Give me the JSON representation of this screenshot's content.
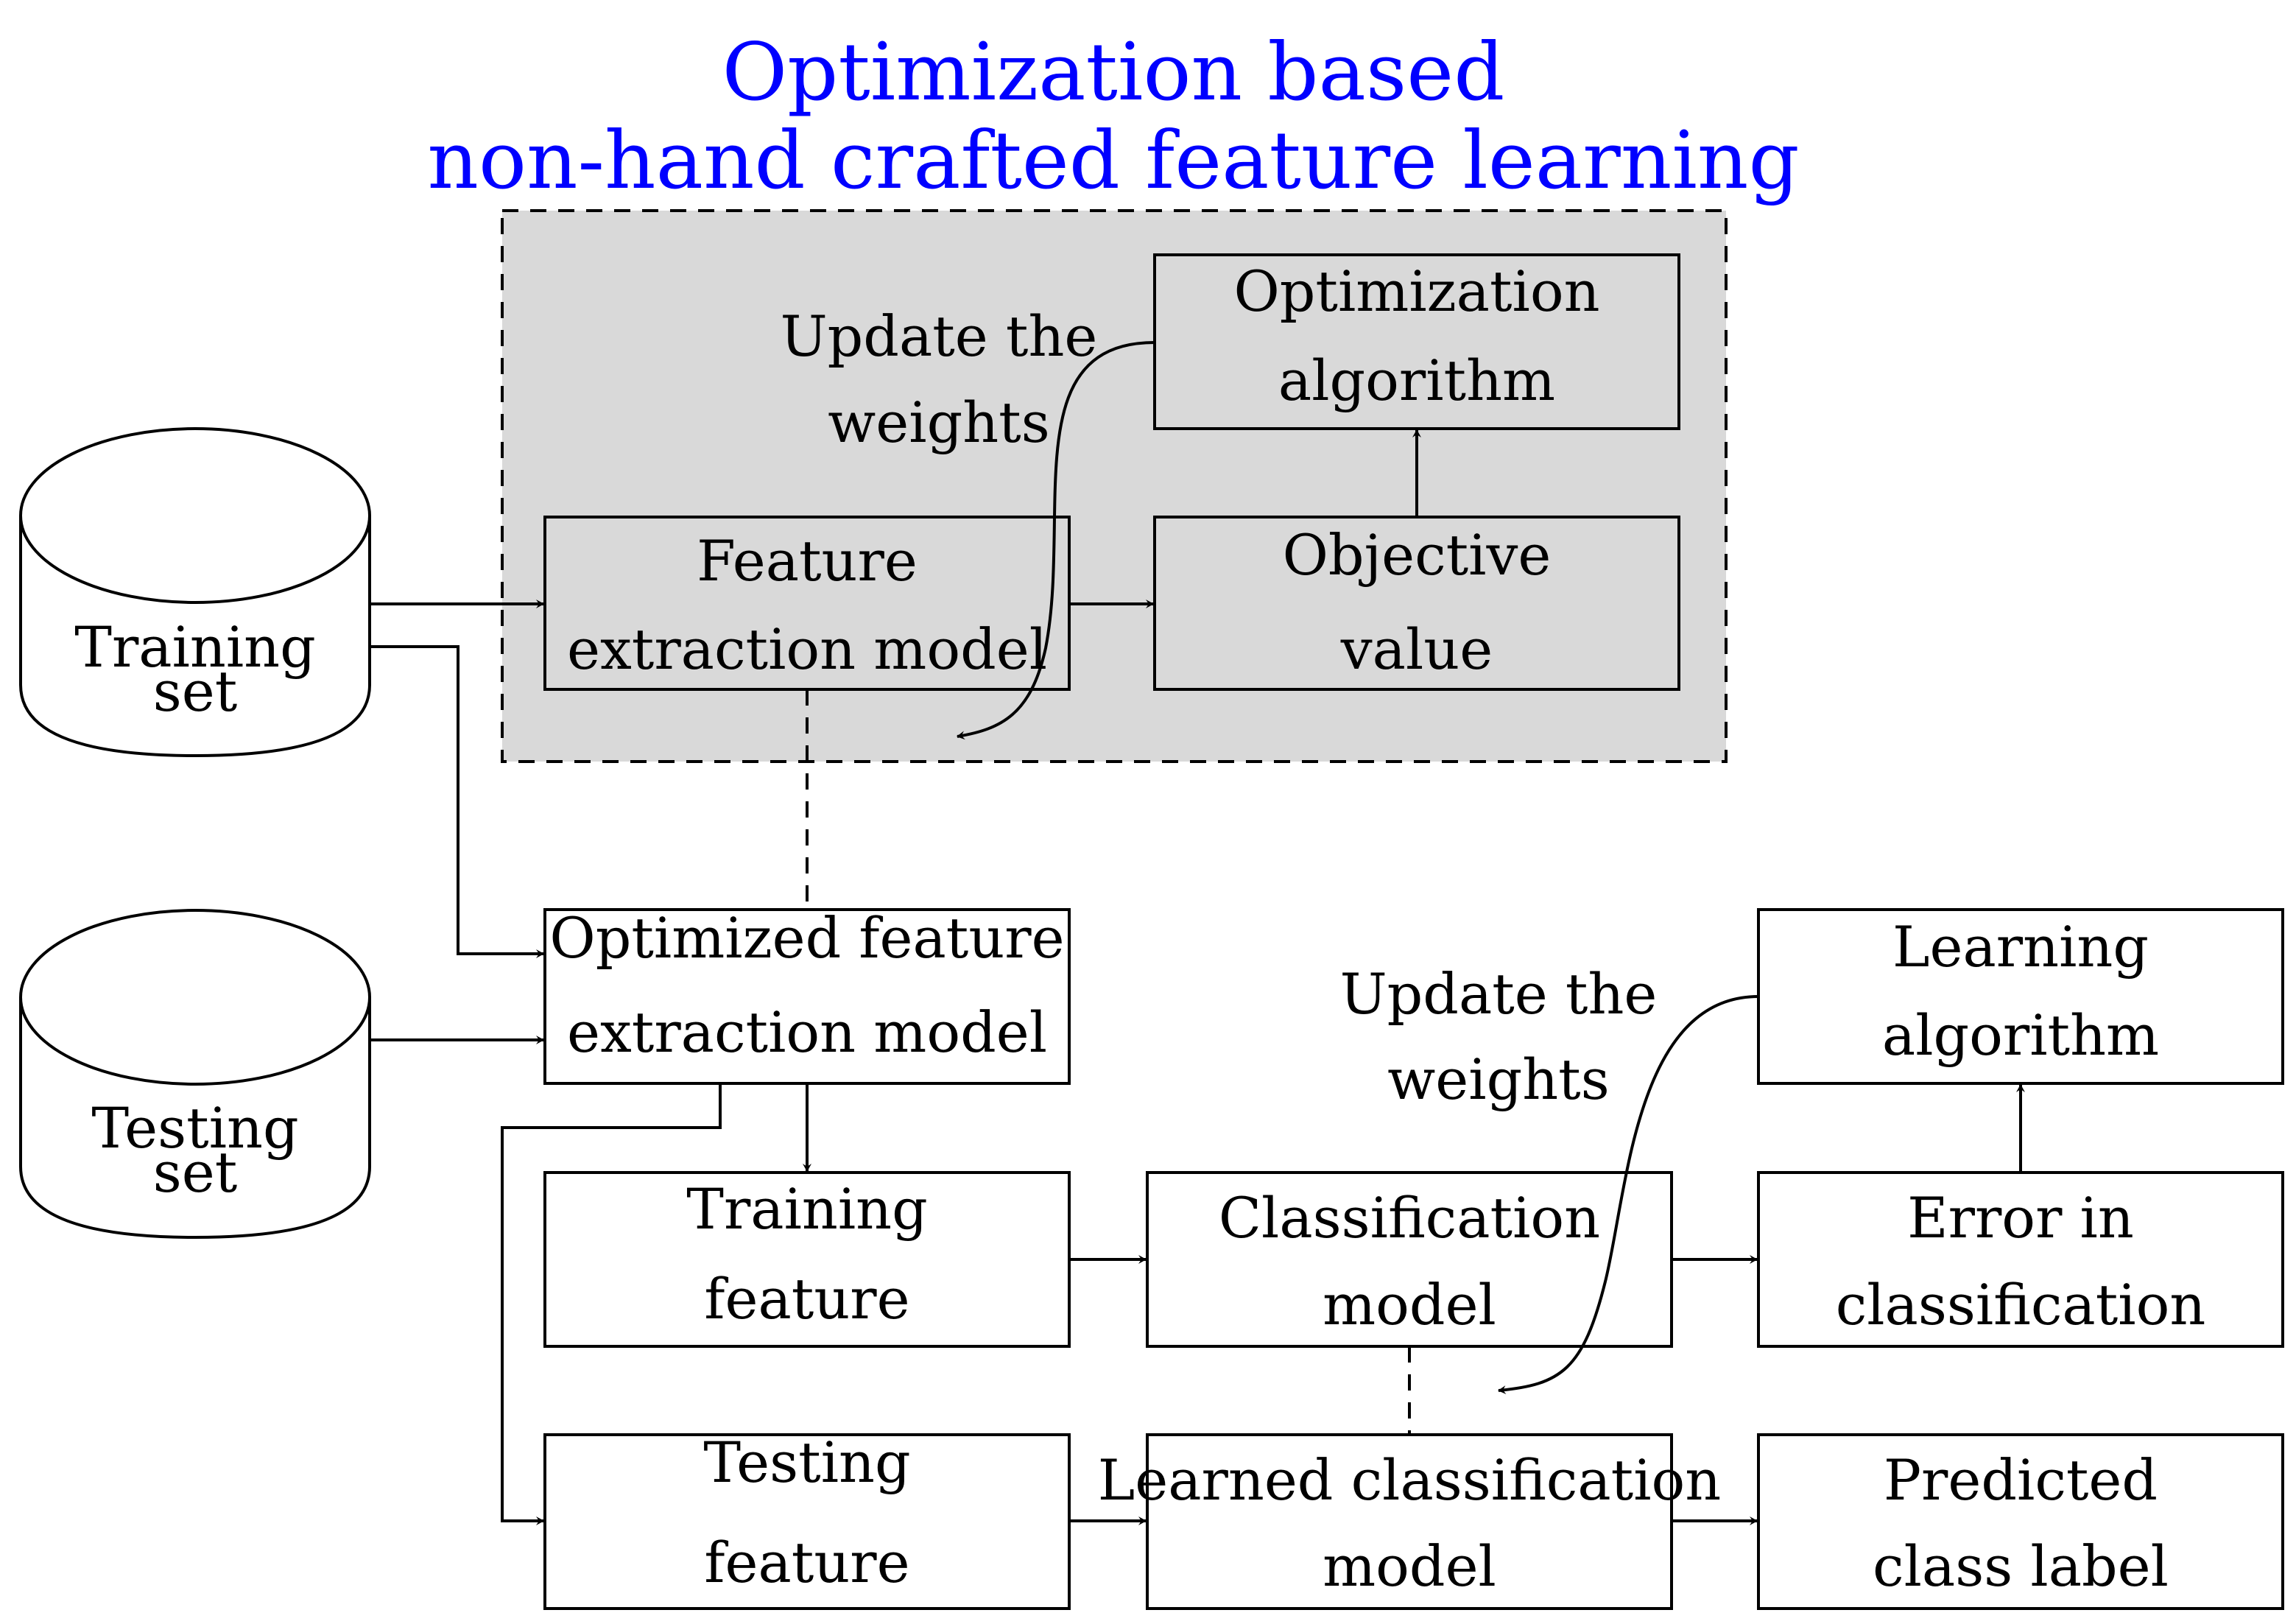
{
  "title": {
    "line1": "Optimization based",
    "line2": "non-hand crafted feature learning",
    "color": "#0000ff"
  },
  "cylinders": {
    "training": {
      "line1": "Training",
      "line2": "set"
    },
    "testing": {
      "line1": "Testing",
      "line2": "set"
    }
  },
  "optimization_region": {
    "fill": "#d9d9d9",
    "update_label": {
      "line1": "Update the",
      "line2": "weights"
    },
    "feature_extraction": {
      "line1": "Feature",
      "line2": "extraction model"
    },
    "objective_value": {
      "line1": "Objective",
      "line2": "value"
    },
    "optimization_algorithm": {
      "line1": "Optimization",
      "line2": "algorithm"
    }
  },
  "pipeline": {
    "optimized_feature": {
      "line1": "Optimized feature",
      "line2": "extraction model"
    },
    "training_feature": {
      "line1": "Training",
      "line2": "feature"
    },
    "testing_feature": {
      "line1": "Testing",
      "line2": "feature"
    },
    "classification_model": {
      "line1": "Classification",
      "line2": "model"
    },
    "learned_classification": {
      "line1": "Learned classification",
      "line2": "model"
    },
    "error_classification": {
      "line1": "Error in",
      "line2": "classification"
    },
    "learning_algorithm": {
      "line1": "Learning",
      "line2": "algorithm"
    },
    "predicted_label": {
      "line1": "Predicted",
      "line2": "class label"
    },
    "update_label": {
      "line1": "Update the",
      "line2": "weights"
    }
  }
}
